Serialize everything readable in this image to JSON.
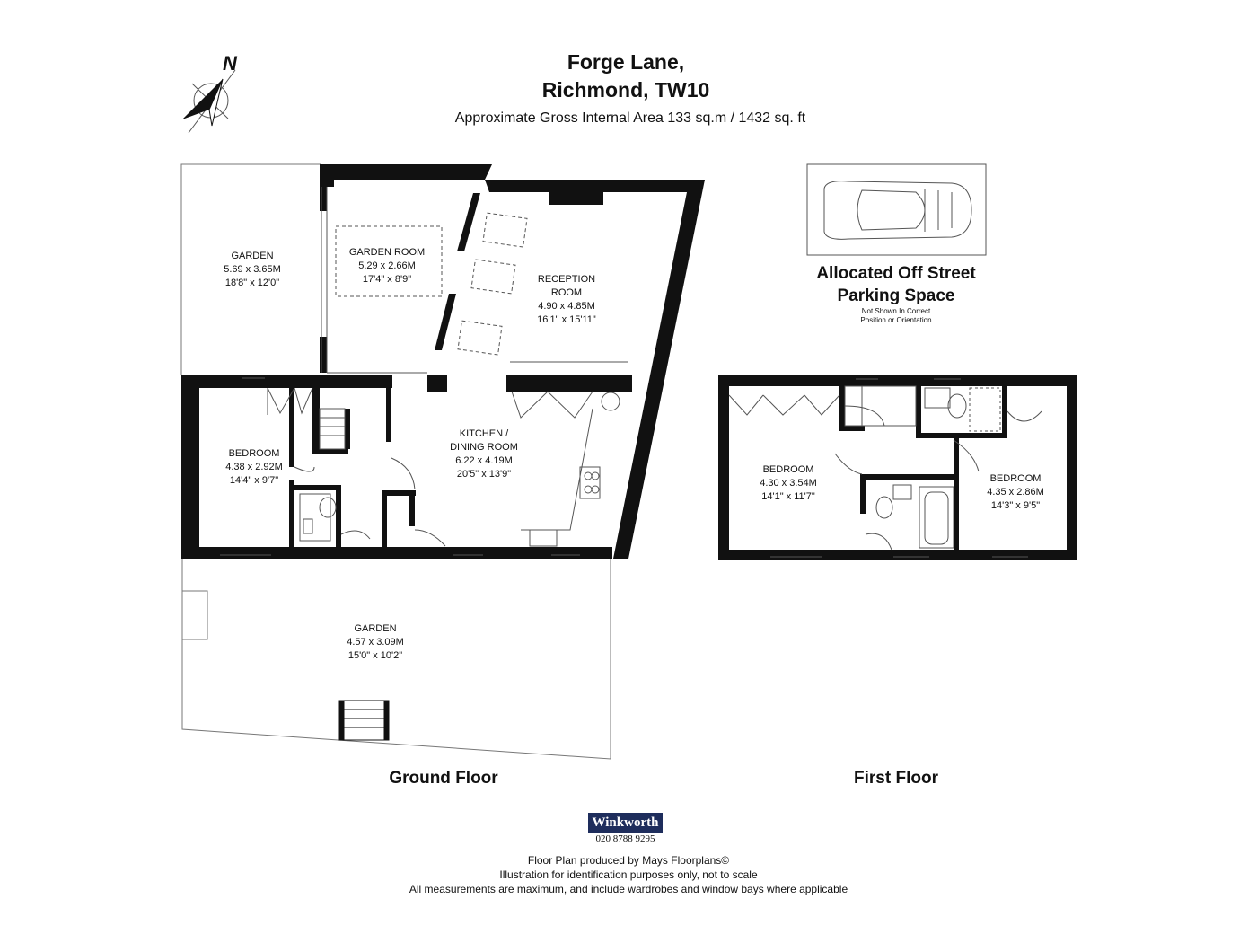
{
  "header": {
    "line1": "Forge Lane,",
    "line2": "Richmond, TW10",
    "area": "Approximate Gross Internal Area 133 sq.m  /  1432 sq. ft"
  },
  "compass": {
    "label": "N",
    "icon": "north-arrow-icon"
  },
  "parking": {
    "line1": "Allocated Off Street",
    "line2": "Parking Space",
    "note1": "Not Shown In Correct",
    "note2": "Position or Orientation",
    "icon": "car-icon"
  },
  "ground_floor": {
    "label": "Ground Floor",
    "rooms": [
      {
        "name": "GARDEN",
        "metric": "5.69 x 3.65M",
        "imperial": "18'8\" x 12'0\""
      },
      {
        "name": "GARDEN ROOM",
        "metric": "5.29 x 2.66M",
        "imperial": "17'4\" x 8'9\""
      },
      {
        "name1": "RECEPTION",
        "name2": "ROOM",
        "metric": "4.90 x 4.85M",
        "imperial": "16'1\" x 15'11\""
      },
      {
        "name": "BEDROOM",
        "metric": "4.38 x 2.92M",
        "imperial": "14'4\" x 9'7\""
      },
      {
        "name1": "KITCHEN /",
        "name2": "DINING ROOM",
        "metric": "6.22 x 4.19M",
        "imperial": "20'5\" x 13'9\""
      },
      {
        "name": "GARDEN",
        "metric": "4.57 x 3.09M",
        "imperial": "15'0\" x 10'2\""
      }
    ]
  },
  "first_floor": {
    "label": "First Floor",
    "rooms": [
      {
        "name": "BEDROOM",
        "metric": "4.30 x 3.54M",
        "imperial": "14'1\" x 11'7\""
      },
      {
        "name": "BEDROOM",
        "metric": "4.35 x 2.86M",
        "imperial": "14'3\" x 9'5\""
      }
    ]
  },
  "branding": {
    "agent": "Winkworth",
    "phone": "020 8788 9295",
    "accent": "#1e2d5c"
  },
  "footer": {
    "line1": "Floor Plan produced by Mays Floorplans©",
    "line2": "Illustration for identification purposes only, not to scale",
    "line3": "All measurements are maximum, and include wardrobes and window bays where applicable"
  }
}
